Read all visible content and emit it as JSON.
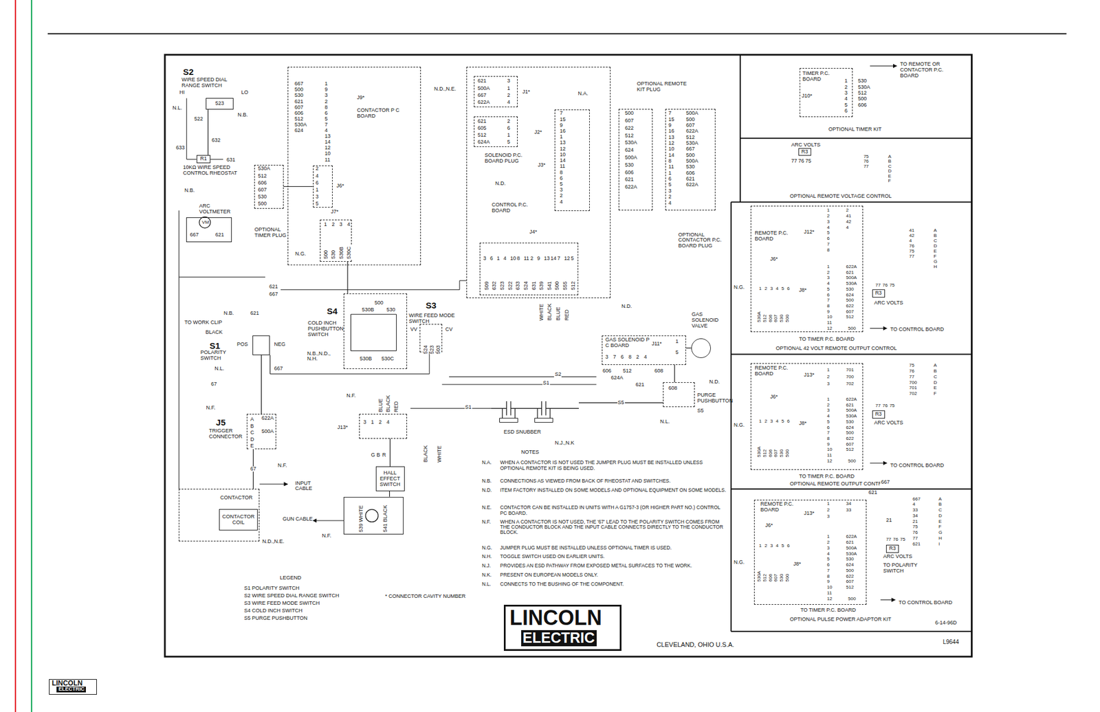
{
  "diagram": {
    "nodes": [
      {
        "text": [
          "S2",
          "WIRE SPEED DIAL RANGE SWITCH",
          "523"
        ]
      },
      {
        "text": [
          "R1",
          "10KΩ WIRE SPEED CONTROL RHEOSTAT"
        ]
      },
      {
        "text": [
          "ARC VOLTMETER",
          "VM"
        ]
      },
      {
        "text": [
          "OPTIONAL TIMER PLUG"
        ]
      },
      {
        "text": [
          "J9*",
          "CONTACTOR P C BOARD"
        ]
      },
      {
        "text": [
          "J6*"
        ],
        "in": 4
      },
      {
        "text": [
          "J7*"
        ],
        "in": 4
      },
      {
        "text": [
          "CONTROL P.C. BOARD"
        ]
      },
      {
        "text": [
          "J1*"
        ],
        "in": 7
      },
      {
        "text": [
          "J2*"
        ],
        "in": 7
      },
      {
        "text": [
          "J3*"
        ],
        "in": 7
      },
      {
        "text": [
          "J4*"
        ],
        "in": 7
      },
      {
        "text": [
          "OPTIONAL REMOTE KIT PLUG"
        ]
      },
      {
        "text": [
          "OPTIONAL CONTACTOR P.C. BOARD PLUG"
        ]
      },
      {
        "text": [
          "S4",
          "COLD INCH PUSHBUTTON SWITCH"
        ]
      },
      {
        "text": [
          "S3",
          "WIRE FEED MODE SWITCH"
        ]
      },
      {
        "text": [
          "S1",
          "POLARITY SWITCH"
        ]
      },
      {
        "text": [
          "J5",
          "TRIGGER CONNECTOR"
        ]
      },
      {
        "text": [
          "J13*"
        ]
      },
      {
        "text": [
          "HALL EFFECT SWITCH"
        ]
      },
      {
        "text": [
          "539 WHITE",
          "541 BLACK"
        ]
      },
      {
        "text": [
          "CONTACTOR"
        ]
      },
      {
        "text": [
          "CONTACTOR COIL"
        ],
        "in": 21
      },
      {
        "text": [
          "ESD SNUBBER"
        ]
      },
      {
        "text": [
          "GAS SOLENOID P C BOARD",
          "J11*"
        ]
      },
      {
        "text": [
          "GAS SOLENOID VALVE"
        ]
      },
      {
        "text": [
          "PURGE PUSHBUTTON",
          "S5"
        ]
      },
      {
        "text": [
          "TIMER P.C. BOARD",
          "J10*"
        ]
      },
      {
        "text": [
          "R3"
        ]
      },
      {
        "text": [
          "REMOTE P.C. BOARD",
          "J12*"
        ]
      },
      {
        "text": [
          "R3"
        ]
      },
      {
        "text": [
          "REMOTE P.C. BOARD",
          "J13*"
        ]
      },
      {
        "text": [
          "R3"
        ]
      },
      {
        "text": [
          "REMOTE P.C. BOARD",
          "J13*"
        ]
      },
      {
        "text": [
          "R3"
        ]
      },
      {
        "text": [
          "LINCOLN",
          "ELECTRIC"
        ]
      },
      {
        "text": [
          "LINCOLN",
          "ELECTRIC"
        ]
      }
    ],
    "edges": [
      {
        "from": 0,
        "to": 1,
        "arrow": "none"
      },
      {
        "from": 3,
        "to": 5,
        "arrow": "none"
      },
      {
        "from": 6,
        "to": 14,
        "arrow": "none"
      },
      {
        "from": 18,
        "to": 19,
        "arrow": "none"
      },
      {
        "from": 19,
        "to": 20,
        "arrow": "none"
      },
      {
        "from": 26,
        "to": 24,
        "arrow": "none"
      },
      {
        "from": 24,
        "to": 25,
        "arrow": "none"
      },
      {
        "from": 16,
        "to": 17,
        "arrow": "none"
      },
      {
        "from": 23,
        "to": 26,
        "label": "S5",
        "arrow": "none"
      },
      {
        "from": 17,
        "to": 21,
        "label": "67",
        "arrow": "none"
      }
    ],
    "labels": [
      "HI",
      "LO",
      "N.L.",
      "N.B.",
      "522",
      "633",
      "632",
      "631",
      "N.B.",
      "667",
      "500",
      "530",
      "621",
      "607",
      "606",
      "512",
      "530A",
      "624",
      "1",
      "9",
      "3",
      "2",
      "8",
      "6",
      "5",
      "7",
      "4",
      "13",
      "14",
      "12",
      "10",
      "11",
      "N.D.,N.E.",
      "530A",
      "512",
      "606",
      "607",
      "530",
      "500",
      "2",
      "4",
      "6",
      "1",
      "3",
      "5",
      "N.G.",
      "1",
      "2",
      "3",
      "4",
      "500",
      "530",
      "530B",
      "530C",
      "621",
      "500A",
      "667",
      "622A",
      "3",
      "1",
      "2",
      "4",
      "621",
      "605",
      "512",
      "624A",
      "2",
      "6",
      "1",
      "5",
      "SOLENOID P.C. BOARD PLUG",
      "N.D.",
      "N.A.",
      "7",
      "15",
      "9",
      "16",
      "1",
      "13",
      "12",
      "10",
      "14",
      "11",
      "8",
      "6",
      "5",
      "3",
      "2",
      "4",
      "500",
      "607",
      "622",
      "512",
      "530A",
      "624",
      "500A",
      "530",
      "606",
      "621",
      "622A",
      "7",
      "15",
      "9",
      "16",
      "13",
      "12",
      "10",
      "14",
      "8",
      "11",
      "1",
      "6",
      "5",
      "3",
      "2",
      "4",
      "500A",
      "500",
      "607",
      "622A",
      "512",
      "530A",
      "667",
      "500",
      "500A",
      "530",
      "606",
      "621",
      "622A",
      "3",
      "6",
      "1",
      "4",
      "10",
      "8",
      "11",
      "2",
      "9",
      "13",
      "14",
      "7",
      "12",
      "5",
      "509",
      "632",
      "523",
      "522",
      "633",
      "524",
      "631",
      "539",
      "541",
      "500",
      "555",
      "512",
      "WHITE",
      "BLACK",
      "BLUE",
      "RED",
      "N.D.",
      "621",
      "667",
      "667",
      "621",
      "N.B.",
      "621",
      "TO WORK CLIP",
      "BLACK",
      "POS",
      "NEG",
      "N.L.",
      "667",
      "67",
      "N.F.",
      "N.F.",
      "A",
      "B",
      "C",
      "D",
      "E",
      "622A",
      "500A",
      "N.F.",
      "INPUT CABLE",
      "N.D.,N.E.",
      "N.F.",
      "GUN CABLE",
      "500",
      "530B",
      "530",
      "530B",
      "530C",
      "N.B.,N.D., N.H.",
      "VV",
      "CV",
      "524",
      "523",
      "503",
      "BLUE",
      "BLACK",
      "RED",
      "3",
      "1",
      "2",
      "4",
      "G",
      "B",
      "R",
      "BLACK",
      "WHITE",
      "S2",
      "S1",
      "S1",
      "N.J.,N.K",
      "N.D.",
      "N.L.",
      "3",
      "7",
      "6",
      "8",
      "2",
      "4",
      "606",
      "624A",
      "512",
      "621",
      "608",
      "608",
      "1",
      "5",
      "NOTES",
      "N.A.",
      "WHEN A CONTACTOR IS NOT USED THE JUMPER PLUG MUST BE INSTALLED UNLESS OPTIONAL REMOTE KIT IS BEING USED.",
      "N.B.",
      "CONNECTIONS AS VIEWED FROM BACK OF RHEOSTAT AND SWITCHES.",
      "N.D.",
      "ITEM FACTORY INSTALLED ON SOME MODELS AND OPTIONAL EQUIPMENT ON SOME MODELS.",
      "N.E.",
      "CONTACTOR CAN BE INSTALLED IN UNITS WITH A G1757-3 (OR HIGHER PART NO.) CONTROL PC BOARD.",
      "N.F.",
      "WHEN A CONTACTOR IS NOT USED, THE '67' LEAD TO THE POLARITY SWITCH COMES FROM THE CONDUCTOR BLOCK AND THE INPUT CABLE CONNECTS DIRECTLY TO THE CONDUCTOR BLOCK.",
      "N.G.",
      "JUMPER PLUG MUST BE INSTALLED UNLESS OPTIONAL TIMER IS USED.",
      "N.H.",
      "TOGGLE SWITCH USED ON EARLIER UNITS.",
      "N.J.",
      "PROVIDES AN ESD PATHWAY FROM EXPOSED METAL SURFACES TO THE WORK.",
      "N.K.",
      "PRESENT ON EUROPEAN MODELS ONLY.",
      "N.L.",
      "CONNECTS TO THE BUSHING OF THE COMPONENT.",
      "LEGEND",
      "* CONNECTOR CAVITY NUMBER",
      "CLEVELAND, OHIO U.S.A.",
      "6-14-96D",
      "L9644",
      "TO REMOTE OR CONTACTOR P.C. BOARD",
      "1",
      "2",
      "3",
      "4",
      "5",
      "6",
      "530",
      "530A",
      "512",
      "500",
      "606",
      "OPTIONAL TIMER KIT",
      "ARC VOLTS",
      "77",
      "76",
      "75",
      "75",
      "76",
      "77",
      "A",
      "B",
      "C",
      "D",
      "E",
      "F",
      "OPTIONAL REMOTE VOLTAGE CONTROL",
      "N.G.",
      "1",
      "2",
      "3",
      "4",
      "5",
      "6",
      "7",
      "8",
      "2",
      "41",
      "42",
      "4",
      "41",
      "42",
      "4",
      "76",
      "75",
      "77",
      "A",
      "B",
      "C",
      "D",
      "E",
      "F",
      "G",
      "H",
      "J6*",
      "1",
      "2",
      "3",
      "4",
      "5",
      "6",
      "530A",
      "512",
      "606",
      "607",
      "530",
      "500",
      "J8*",
      "1",
      "2",
      "3",
      "4",
      "5",
      "6",
      "7",
      "8",
      "9",
      "10",
      "11",
      "12",
      "622A",
      "621",
      "500A",
      "530A",
      "530",
      "624",
      "500",
      "622",
      "607",
      "512",
      "500",
      "77",
      "76",
      "75",
      "ARC VOLTS",
      "TO CONTROL BOARD",
      "TO TIMER P.C. BOARD",
      "OPTIONAL 42 VOLT REMOTE OUTPUT CONTROL",
      "N.G.",
      "1",
      "2",
      "3",
      "701",
      "700",
      "702",
      "75",
      "76",
      "77",
      "700",
      "701",
      "702",
      "A",
      "B",
      "C",
      "D",
      "E",
      "F",
      "J6*",
      "1",
      "2",
      "3",
      "4",
      "5",
      "6",
      "530A",
      "512",
      "606",
      "607",
      "530",
      "500",
      "J8*",
      "1",
      "2",
      "3",
      "4",
      "5",
      "6",
      "7",
      "8",
      "9",
      "10",
      "11",
      "12",
      "622A",
      "621",
      "500A",
      "530A",
      "530",
      "624",
      "500",
      "622",
      "607",
      "512",
      "500",
      "77",
      "76",
      "75",
      "ARC VOLTS",
      "TO CONTROL BOARD",
      "TO TIMER P.C. BOARD",
      "OPTIONAL REMOTE OUTPUT CONTROL",
      "N.G.",
      "1",
      "2",
      "3",
      "34",
      "33",
      "667",
      "4",
      "33",
      "34",
      "21",
      "75",
      "76",
      "77",
      "621",
      "A",
      "B",
      "C",
      "D",
      "E",
      "F",
      "G",
      "H",
      "I",
      "667",
      "621",
      "21",
      "J6*",
      "1",
      "2",
      "3",
      "4",
      "5",
      "6",
      "530A",
      "512",
      "606",
      "607",
      "530",
      "500",
      "J8*",
      "1",
      "2",
      "3",
      "4",
      "5",
      "6",
      "7",
      "8",
      "9",
      "10",
      "11",
      "12",
      "622A",
      "621",
      "500A",
      "530A",
      "530",
      "624",
      "500",
      "622",
      "607",
      "512",
      "500",
      "77",
      "76",
      "75",
      "ARC VOLTS",
      "TO POLARITY SWITCH",
      "TO CONTROL BOARD",
      "TO TIMER P.C. BOARD",
      "OPTIONAL PULSE POWER ADAPTOR KIT"
    ],
    "legend": [
      {
        "text": "S1 POLARITY SWITCH"
      },
      {
        "text": "S2 WIRE SPEED DIAL RANGE SWITCH"
      },
      {
        "text": "S3 WIRE FEED MODE SWITCH"
      },
      {
        "text": "S4 COLD INCH SWITCH"
      },
      {
        "text": "S5 PURGE PUSHBUTTON"
      }
    ]
  }
}
